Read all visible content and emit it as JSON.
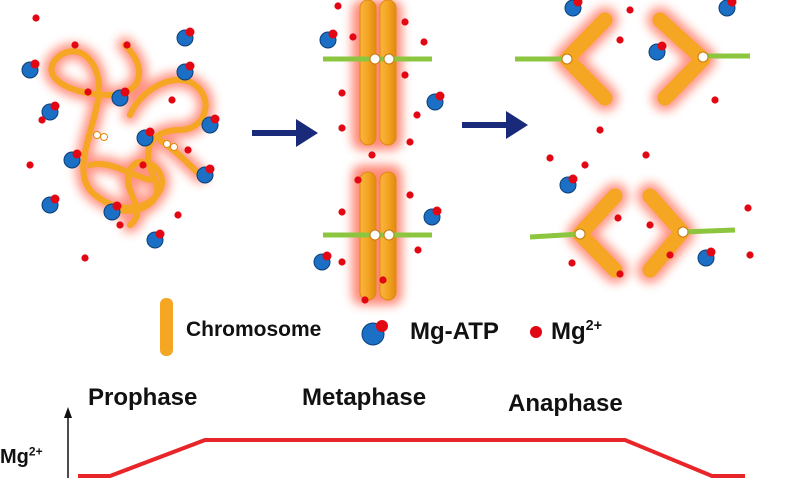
{
  "legend": {
    "chromosome_label": "Chromosome",
    "mgatp_label": "Mg-ATP",
    "mg_label_base": "Mg",
    "mg_label_sup": "2+"
  },
  "phases": {
    "prophase": "Prophase",
    "metaphase": "Metaphase",
    "anaphase": "Anaphase"
  },
  "graph": {
    "ylabel_base": "Mg",
    "ylabel_sup": "2+",
    "profile": [
      {
        "phase": "Prophase",
        "level": "low"
      },
      {
        "phase": "Metaphase",
        "level": "high"
      },
      {
        "phase": "Anaphase",
        "level": "low"
      }
    ]
  },
  "colors": {
    "chromosome": "#f5a623",
    "chromosome_glow": "#ff3b1f",
    "spindle": "#8cc63f",
    "mg_ion": "#e30613",
    "atp": "#1b6fc4",
    "arrow": "#1a2a7a",
    "graph_line": "#e8262a"
  }
}
